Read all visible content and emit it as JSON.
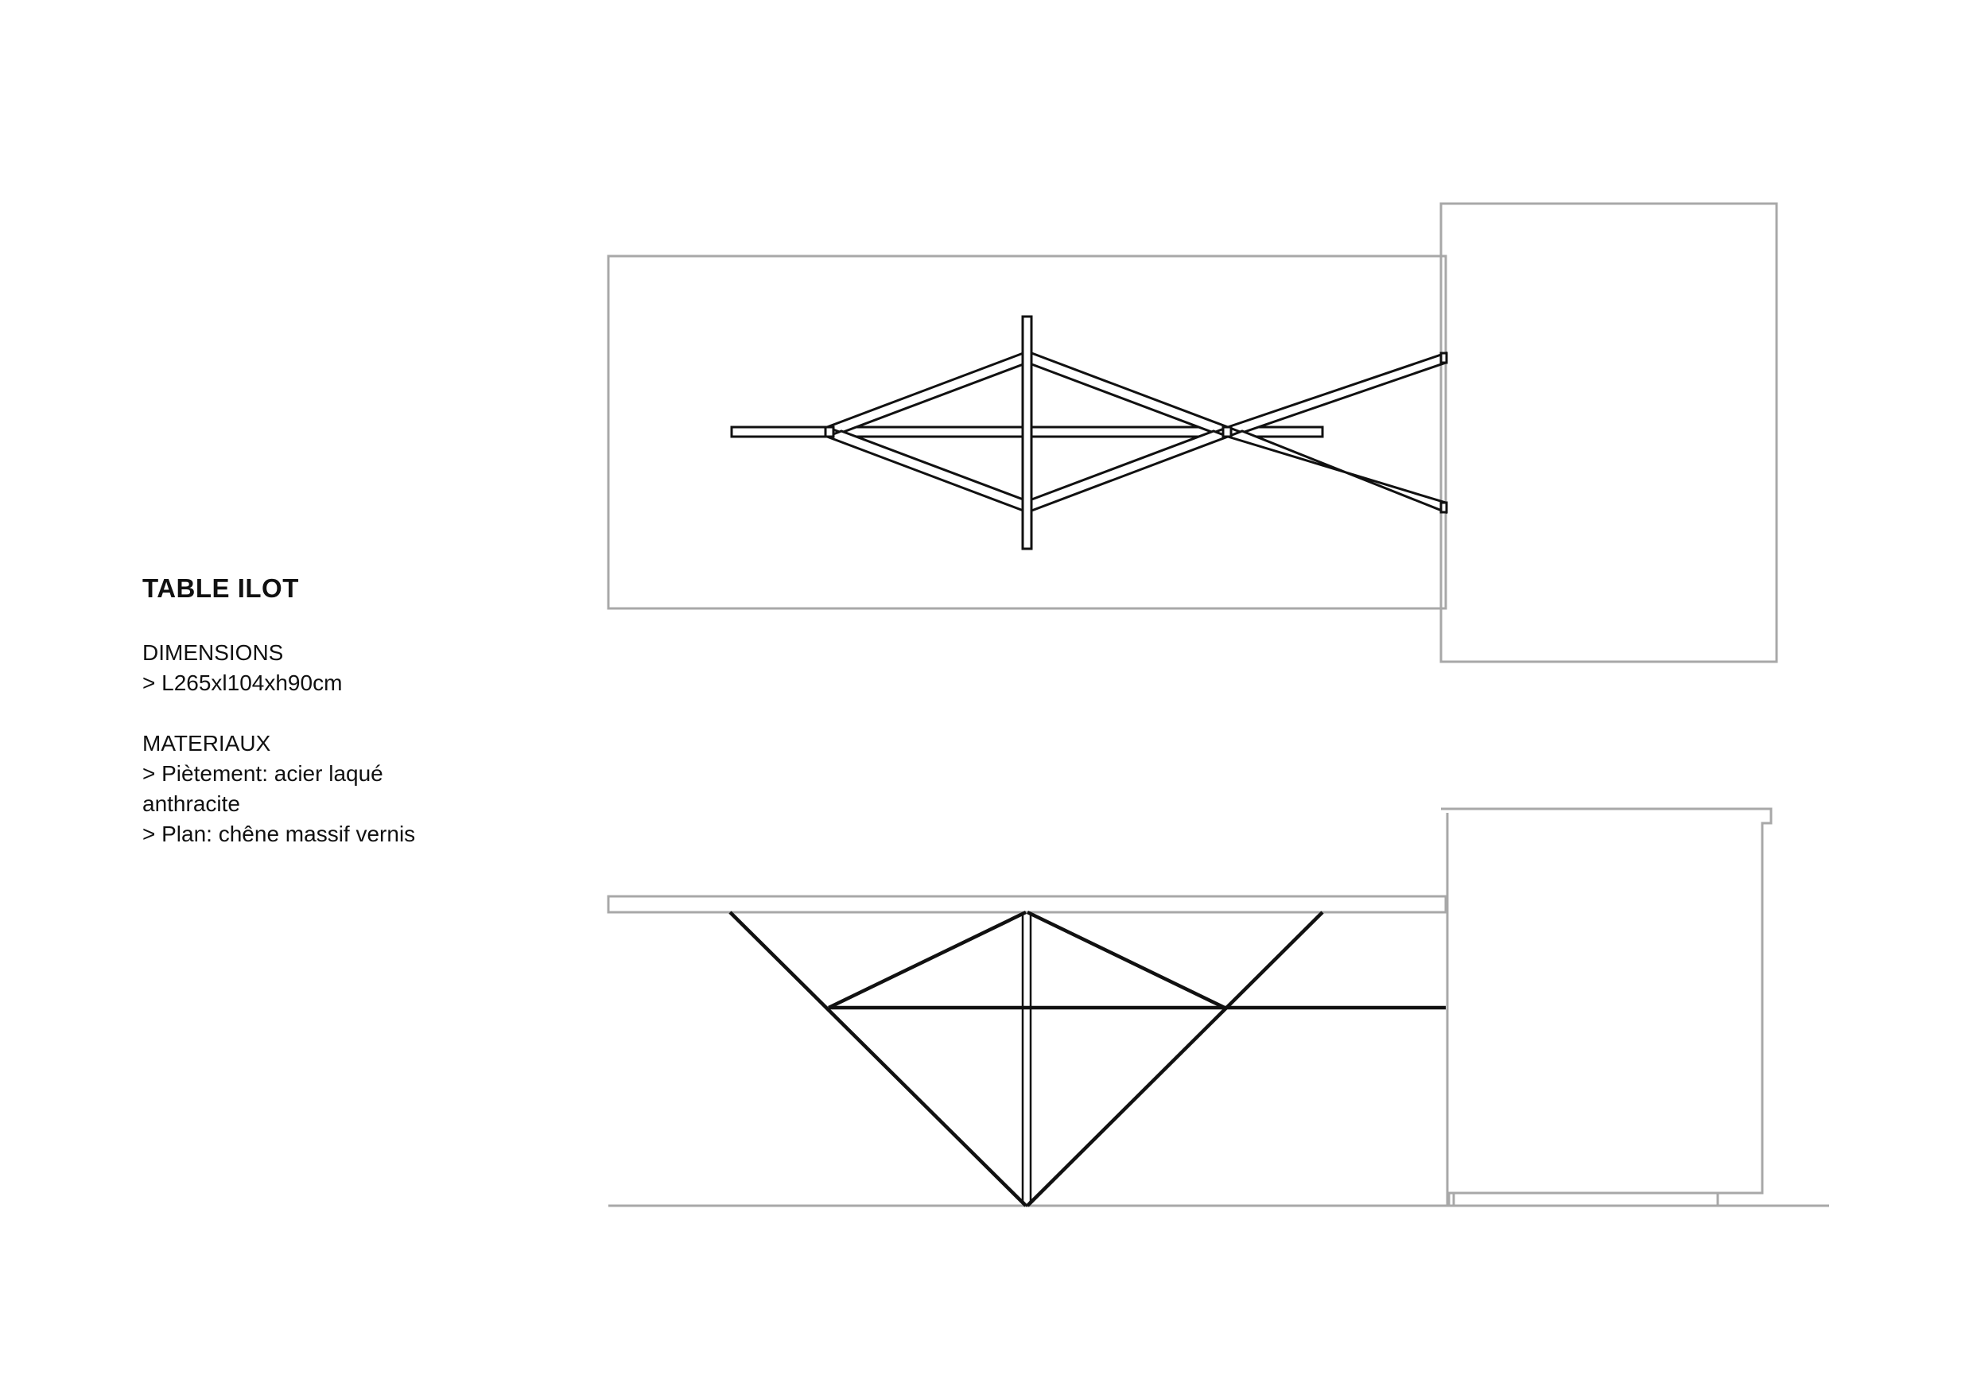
{
  "spec": {
    "title": "TABLE ILOT",
    "dimensions_heading": "DIMENSIONS",
    "dimensions_value": "> L265xl104xh90cm",
    "materials_heading": "MATERIAUX",
    "materials_line_1": "> Piètement: acier laqué",
    "materials_line_2": "anthracite",
    "materials_line_3": "> Plan: chêne massif vernis"
  },
  "colors": {
    "outline": "#a8a8a8",
    "frame": "#111111",
    "background": "#ffffff"
  }
}
